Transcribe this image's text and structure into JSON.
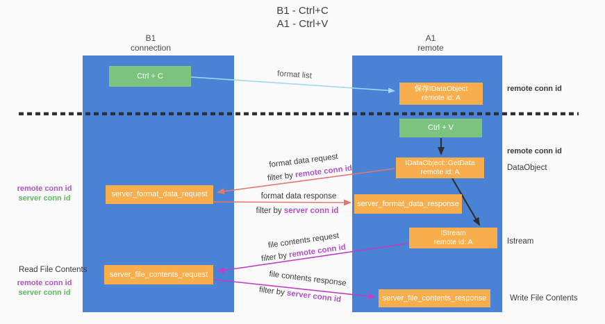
{
  "title": {
    "line1": "B1 - Ctrl+C",
    "line2": "A1 - Ctrl+V"
  },
  "lifelines": {
    "b1": {
      "name": "B1",
      "subtitle": "connection"
    },
    "a1": {
      "name": "A1",
      "subtitle": "remote"
    }
  },
  "boxes": {
    "ctrl_c": {
      "label": "Ctrl + C"
    },
    "ctrl_v": {
      "label": "Ctrl + V"
    },
    "save_dataobject": {
      "line1": "保存IDataObject",
      "line2": "remote id: A"
    },
    "getdata": {
      "line1": "IDataObject::GetData",
      "line2": "remote id: A"
    },
    "istream": {
      "line1": "IStream",
      "line2": "remote id: A"
    },
    "format_request": {
      "label": "server_format_data_request"
    },
    "format_response": {
      "label": "server_format_data_response"
    },
    "file_request": {
      "label": "server_file_contents_request"
    },
    "file_response": {
      "label": "server_file_contents_response"
    }
  },
  "arrows": {
    "format_list": {
      "label": "format list"
    },
    "format_data_request": {
      "label": "format data request",
      "filter_prefix": "filter by",
      "filter_key": "remote conn id"
    },
    "format_data_response": {
      "label": "format data response",
      "filter_prefix": "filter by",
      "filter_key": "server conn id"
    },
    "file_contents_request": {
      "label": "file contents request",
      "filter_prefix": "filter by",
      "filter_key": "remote conn id"
    },
    "file_contents_response": {
      "label": "file contents response",
      "filter_prefix": "filter by",
      "filter_key": "server conn id"
    }
  },
  "side_labels": {
    "right_remote_conn_top": "remote conn id",
    "right_remote_conn_mid": "remote conn id",
    "dataobject": "DataObject",
    "istream": "Istream",
    "write_file_contents": "Write File Contents",
    "read_file_contents": "Read File Contents",
    "left_remote_conn_1": "remote conn id",
    "left_server_conn_1": "server conn id",
    "left_remote_conn_2": "remote conn id",
    "left_server_conn_2": "server conn id"
  },
  "colors": {
    "background": "#fafafa",
    "lifeline_blue": "#4a82d6",
    "box_green": "#7cc47d",
    "box_orange": "#f9ae4d",
    "purple_text": "#af54c4",
    "green_text": "#5fba60",
    "salmon_arrow": "#e8766d",
    "magenta_arrow": "#c23ec2",
    "lightblue_arrow": "#a6d5f3",
    "dark": "#2f2f2f"
  }
}
